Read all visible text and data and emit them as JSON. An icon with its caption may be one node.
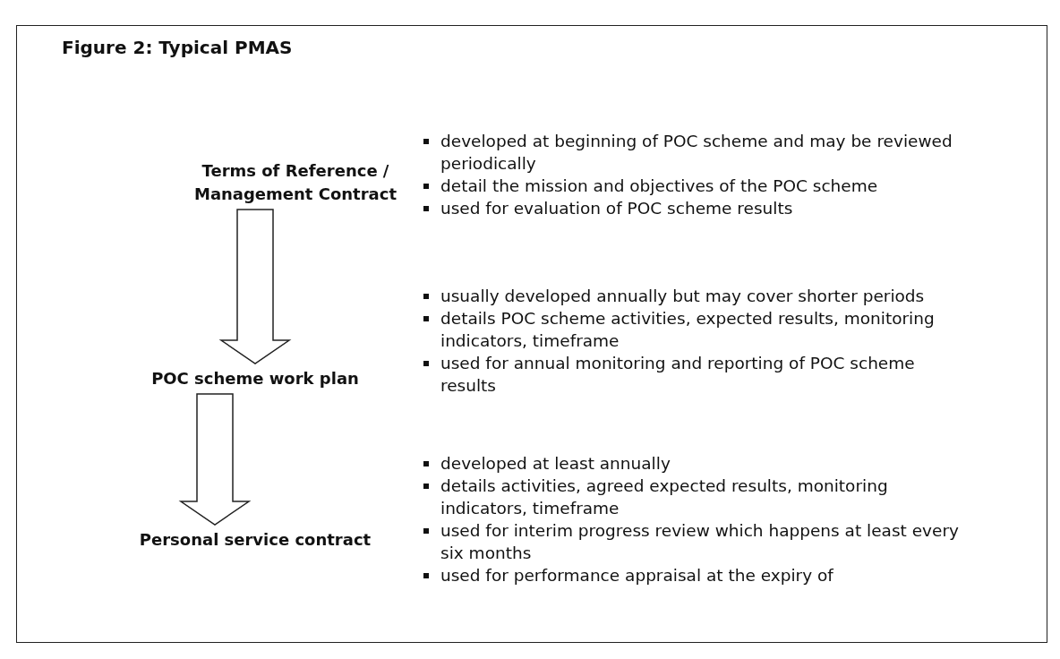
{
  "diagram": {
    "title": "Figure 2: Typical PMAS",
    "nodes": [
      {
        "text": [
          "Terms of Reference / Management Contract"
        ],
        "beside": [
          "developed at beginning of POC scheme and may be reviewed periodically",
          "detail the mission and objectives of the POC scheme",
          "used for evaluation of POC scheme results"
        ]
      },
      {
        "text": [
          "POC scheme work plan"
        ],
        "beside": [
          "usually developed annually but may cover shorter periods",
          "details POC scheme activities, expected results, monitoring indicators, timeframe",
          "used for annual monitoring and reporting of POC scheme results"
        ]
      },
      {
        "text": [
          "Personal service contract"
        ],
        "beside": [
          "developed at least annually",
          "details activities, agreed expected results, monitoring indicators, timeframe",
          "used for interim progress review which happens at least every six months",
          "used for performance appraisal at the expiry of"
        ]
      }
    ],
    "edges": [
      {
        "from": 0,
        "to": 1,
        "arrow": "to"
      },
      {
        "from": 1,
        "to": 2,
        "arrow": "to"
      }
    ]
  }
}
